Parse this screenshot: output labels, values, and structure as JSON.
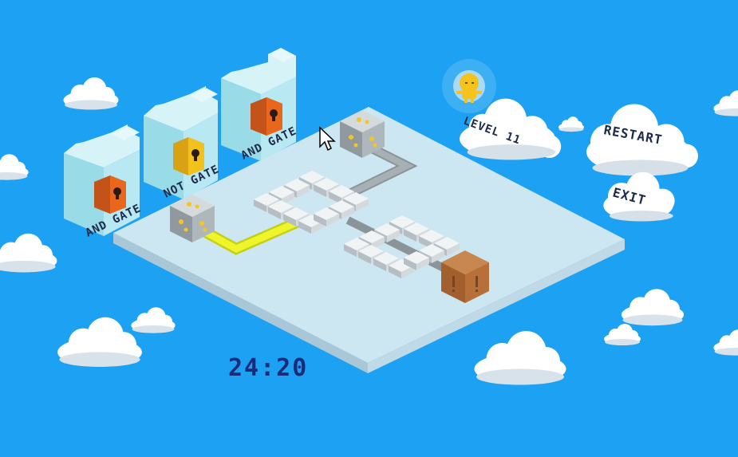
{
  "level": {
    "label": "LEVEL 11"
  },
  "menu": {
    "restart_label": "RESTART",
    "exit_label": "EXIT"
  },
  "timer": {
    "value": "24:20"
  },
  "gates": [
    {
      "label": "AND GATE",
      "lock_color": "#e8671c"
    },
    {
      "label": "NOT GATE",
      "lock_color": "#f2c11b"
    },
    {
      "label": "AND GATE",
      "lock_color": "#e8671c"
    }
  ],
  "colors": {
    "sky": "#1da1f2",
    "board_top": "#c9e6f2",
    "wire_active": "#e6f21d",
    "wire_inactive": "#9ea8ad",
    "crate": "#b8703a"
  },
  "icons": [
    "power-source-block",
    "crate-block",
    "lock-icon",
    "player-avatar",
    "cursor-arrow"
  ]
}
